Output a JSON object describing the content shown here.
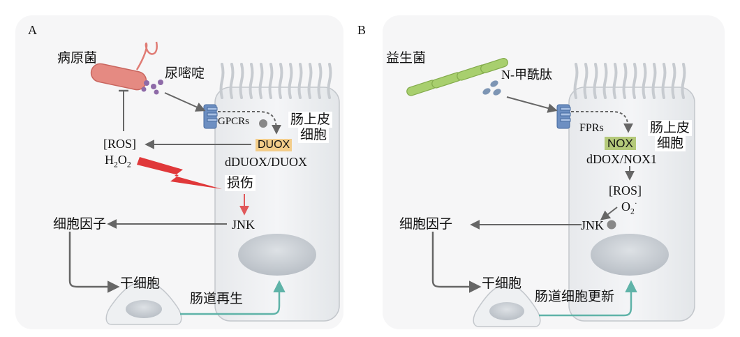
{
  "panel_a": {
    "letter": "A",
    "pathogen": "病原菌",
    "uracil": "尿嘧啶",
    "receptor": "GPCRs",
    "cell_label_line1": "肠上皮",
    "cell_label_line2": "细胞",
    "ros": "[ROS]",
    "h2o2_h1": "H",
    "h2o2_n1": "2",
    "h2o2_o": "O",
    "h2o2_n2": "2",
    "duox": "DUOX",
    "dduox": "dDUOX/DUOX",
    "damage": "损伤",
    "jnk": "JNK",
    "cytokine": "细胞因子",
    "stem_cell": "干细胞",
    "regeneration": "肠道再生",
    "colors": {
      "bacterium": "#e07b74",
      "duox_highlight": "#f3cd8a",
      "damage_bolt": "#e0383a",
      "regen_arrow": "#5fb3a8"
    }
  },
  "panel_b": {
    "letter": "B",
    "probiotic": "益生菌",
    "peptide": "N-甲酰肽",
    "receptor": "FPRs",
    "cell_label_line1": "肠上皮",
    "cell_label_line2": "细胞",
    "nox": "NOX",
    "ddox": "dDOX/NOX1",
    "ros": "[ROS]",
    "o2_o": "O",
    "o2_n": "2",
    "o2_dot": "·",
    "jnk": "JNK",
    "cytokine": "细胞因子",
    "stem_cell": "干细胞",
    "renewal": "肠道细胞更新",
    "colors": {
      "bacterium": "#a8cf6e",
      "nox_highlight": "#b4c97a",
      "renew_arrow": "#5fb3a8"
    }
  },
  "colors": {
    "cell_fill": "#eef0f2",
    "cell_stroke": "#c3c7cc",
    "nucleus": "#c4c9cf",
    "receptor": "#6d8fc2",
    "arrow": "#666666"
  }
}
